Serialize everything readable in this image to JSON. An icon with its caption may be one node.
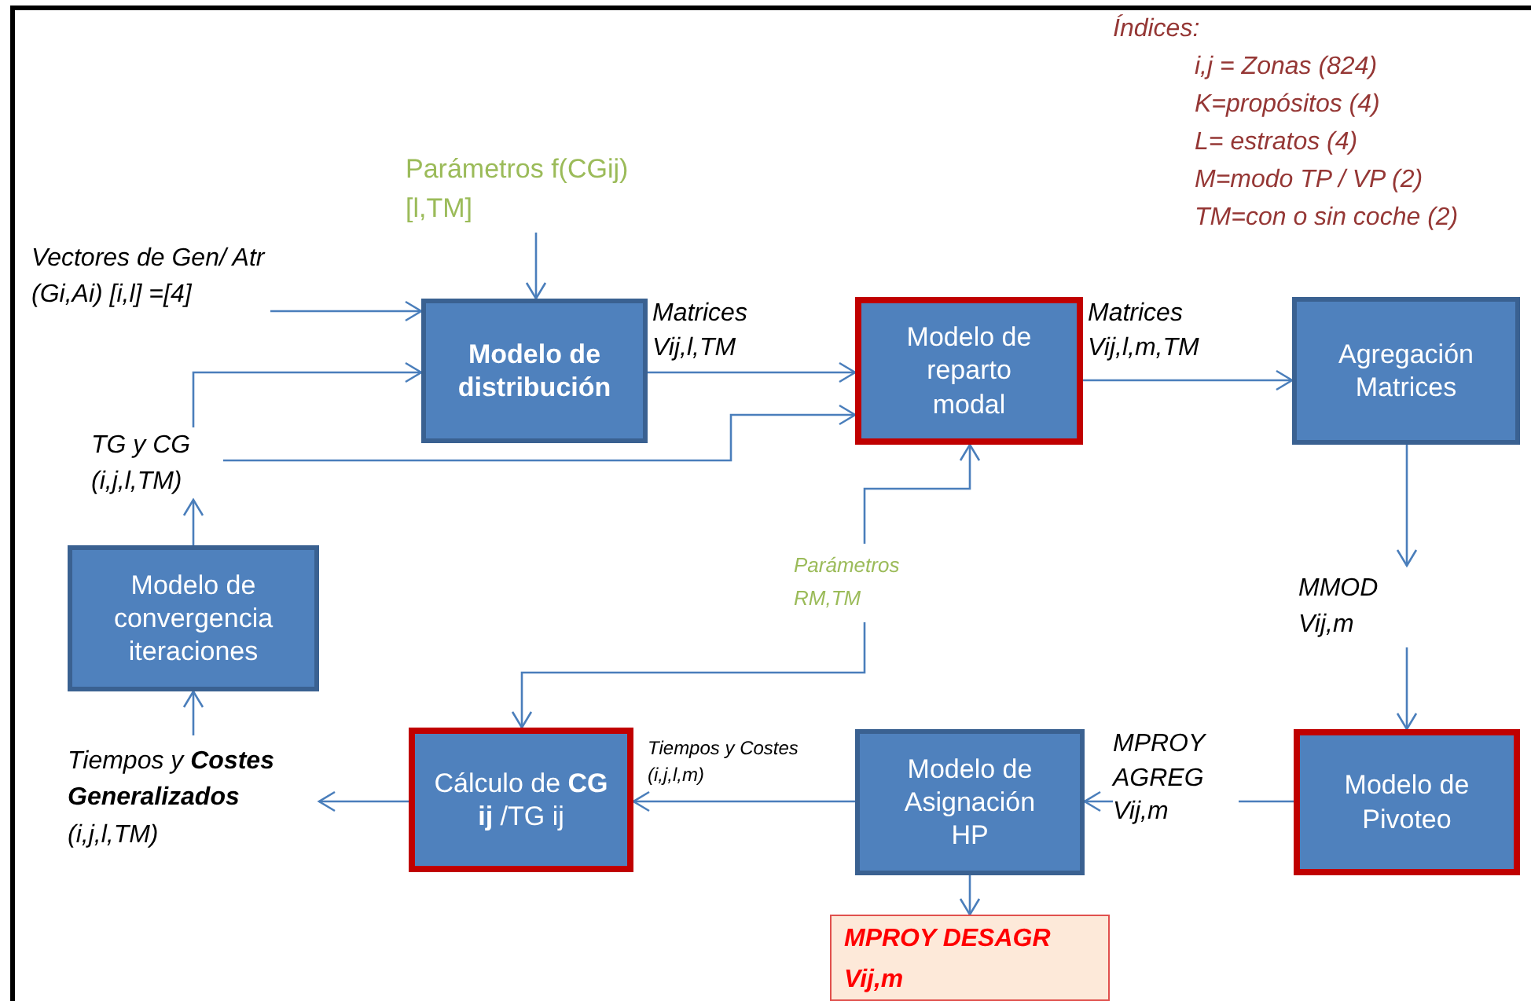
{
  "diagram": {
    "nodes": [
      {
        "text": [
          "Parámetros f(CGij) [l,TM]"
        ]
      },
      {
        "text": [
          "Vectores de Gen/ Atr (Gi,Ai) [i,l] =[4]"
        ]
      },
      {
        "text": [
          "Modelo de distribución"
        ]
      },
      {
        "text": [
          "Modelo de reparto modal"
        ]
      },
      {
        "text": [
          "Agregación Matrices"
        ]
      },
      {
        "text": [
          "TG y CG (i,j,l,TM)"
        ]
      },
      {
        "text": [
          "Modelo de convergencia iteraciones"
        ]
      },
      {
        "text": [
          "Parámetros RM,TM"
        ]
      },
      {
        "text": [
          "MMOD Vij,m"
        ]
      },
      {
        "text": [
          "Tiempos y **Costes Generalizados** (i,j,l,TM)"
        ]
      },
      {
        "text": [
          "Cálculo de **CG ij** /TG ij"
        ]
      },
      {
        "text": [
          "Modelo de Asignación HP"
        ]
      },
      {
        "text": [
          "Modelo de Pivoteo"
        ]
      },
      {
        "text": [
          "MPROY DESAGR Vij,m"
        ]
      }
    ],
    "edges": [
      {
        "from": 0,
        "to": 2,
        "arrow": "to"
      },
      {
        "from": 1,
        "to": 2,
        "arrow": "to"
      },
      {
        "from": 5,
        "to": 2,
        "arrow": "to"
      },
      {
        "from": 5,
        "to": 3,
        "arrow": "to"
      },
      {
        "from": 2,
        "to": 3,
        "arrow": "to",
        "label": "Matrices Vij,l,TM"
      },
      {
        "from": 3,
        "to": 4,
        "arrow": "to",
        "label": "Matrices Vij,l,m,TM"
      },
      {
        "from": 7,
        "to": 3,
        "arrow": "to"
      },
      {
        "from": 7,
        "to": 10,
        "arrow": "to"
      },
      {
        "from": 4,
        "to": 8,
        "arrow": "to"
      },
      {
        "from": 8,
        "to": 12,
        "arrow": "to"
      },
      {
        "from": 12,
        "to": 11,
        "arrow": "to",
        "label": "MPROY AGREG Vij,m"
      },
      {
        "from": 11,
        "to": 10,
        "arrow": "to",
        "label": "Tiempos y Costes (i,j,l,m)"
      },
      {
        "from": 10,
        "to": 9,
        "arrow": "to"
      },
      {
        "from": 9,
        "to": 6,
        "arrow": "to"
      },
      {
        "from": 6,
        "to": 5,
        "arrow": "to"
      },
      {
        "from": 11,
        "to": 13,
        "arrow": "to"
      }
    ],
    "labels": [
      "Índices:",
      "i,j = Zonas (824)",
      "K=propósitos (4)",
      "L= estratos (4)",
      "M=modo TP / VP (2)",
      "TM=con o sin coche (2)"
    ]
  }
}
